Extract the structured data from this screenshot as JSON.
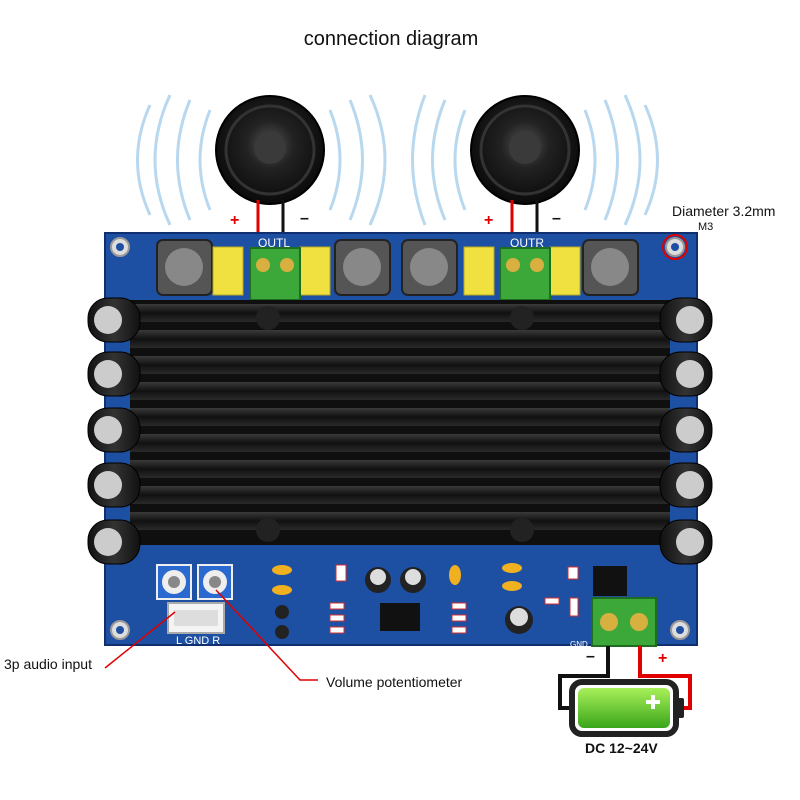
{
  "title": "connection diagram",
  "labels": {
    "diameter": "Diameter 3.2mm",
    "m3": "M3",
    "audio_input": "3p audio input",
    "volume_pot": "Volume potentiometer",
    "power": "DC 12~24V",
    "out_left": "OUTL",
    "out_right": "OUTR",
    "connector_pins": "L GND R",
    "gnd": "GND",
    "plus": "+",
    "minus": "–"
  },
  "colors": {
    "pcb": "#1d4fa3",
    "heatsink": "#1a1a1a",
    "wire_red": "#e00000",
    "wire_black": "#111111",
    "battery_green": "#6bd12a",
    "terminal_green": "#3da83a"
  }
}
